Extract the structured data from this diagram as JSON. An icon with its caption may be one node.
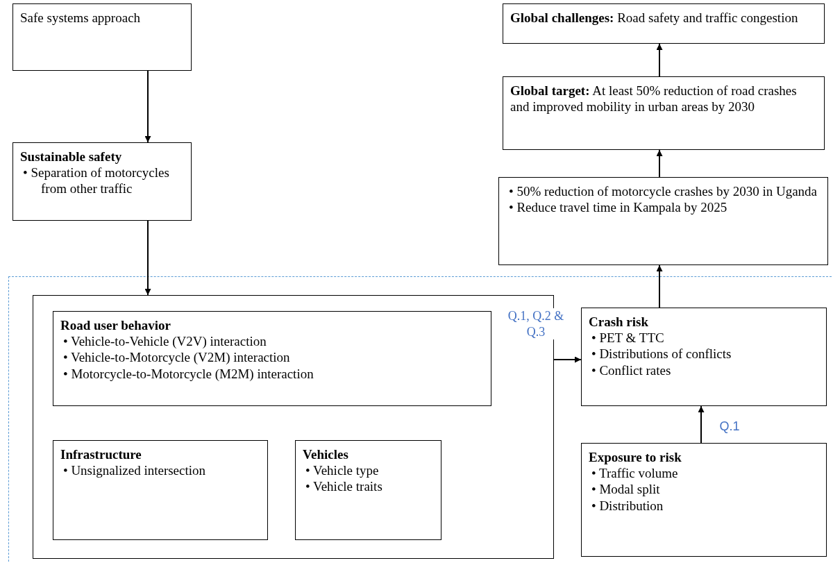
{
  "diagram": {
    "nodes": [
      {
        "text": [
          "Safe systems approach"
        ]
      },
      {
        "text": [
          "Sustainable safety",
          "• Separation of motorcycles from other traffic"
        ]
      },
      {
        "text": [],
        "shape": "box"
      },
      {
        "text": [
          "Road user behavior",
          "• Vehicle-to-Vehicle (V2V) interaction",
          "• Vehicle-to-Motorcycle (V2M) interaction",
          "• Motorcycle-to-Motorcycle (M2M) interaction"
        ],
        "in": 2
      },
      {
        "text": [
          "Infrastructure",
          "• Unsignalized intersection"
        ],
        "in": 2
      },
      {
        "text": [
          "Vehicles",
          "• Vehicle type",
          "• Vehicle traits"
        ],
        "in": 2
      },
      {
        "text": [
          "**Global challenges:** Road safety and traffic congestion"
        ]
      },
      {
        "text": [
          "**Global target:** At least 50% reduction of road crashes and improved mobility in urban areas by 2030"
        ]
      },
      {
        "text": [
          "• 50% reduction of motorcycle crashes by 2030 in Uganda",
          "• Reduce travel time in Kampala by 2025"
        ]
      },
      {
        "text": [
          "Crash risk",
          "• PET & TTC",
          "• Distributions of conflicts",
          "• Conflict rates"
        ]
      },
      {
        "text": [
          "Exposure to risk",
          "• Traffic volume",
          "• Modal split",
          "• Distribution"
        ]
      }
    ],
    "edges": [
      {
        "from": 0,
        "to": 1,
        "arrow": "to"
      },
      {
        "from": 1,
        "to": 2,
        "arrow": "to"
      },
      {
        "from": 3,
        "to": 9,
        "arrow": "to",
        "label": "Q.1, Q.2 & Q.3"
      },
      {
        "from": 10,
        "to": 9,
        "arrow": "to",
        "label": "Q.1"
      },
      {
        "from": 9,
        "to": 8,
        "arrow": "to"
      },
      {
        "from": 8,
        "to": 7,
        "arrow": "to"
      },
      {
        "from": 7,
        "to": 6,
        "arrow": "to"
      }
    ]
  }
}
